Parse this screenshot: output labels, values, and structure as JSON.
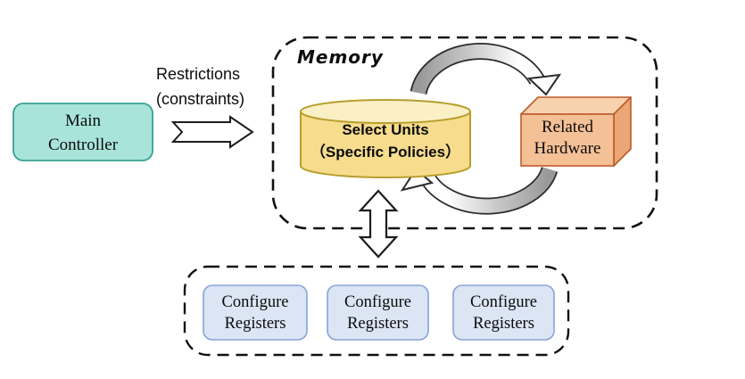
{
  "main_controller": {
    "line1": "Main",
    "line2": "Controller"
  },
  "restrictions": {
    "line1": "Restrictions",
    "line2": "(constraints)"
  },
  "memory": {
    "title": "Memory",
    "select_units": {
      "line1": "Select Units",
      "line2": "（Specific Policies）"
    },
    "related_hardware": {
      "line1": "Related",
      "line2": "Hardware"
    }
  },
  "configure": {
    "boxes": [
      {
        "line1": "Configure",
        "line2": "Registers"
      },
      {
        "line1": "Configure",
        "line2": "Registers"
      },
      {
        "line1": "Configure",
        "line2": "Registers"
      }
    ]
  },
  "colors": {
    "controller_fill": "#a9e4db",
    "controller_border": "#36a093",
    "cylinder_body": "#f6dc8c",
    "cylinder_top": "#faefc5",
    "cylinder_border": "#b79e2c",
    "hardware_front": "#f4c096",
    "hardware_top": "#f7d2ae",
    "hardware_side": "#eba676",
    "hardware_border": "#bc5b28",
    "register_fill": "#dbe5f4",
    "register_border": "#87a3d8",
    "arrow_gray": "#9a9a9a",
    "outline": "#111111"
  }
}
